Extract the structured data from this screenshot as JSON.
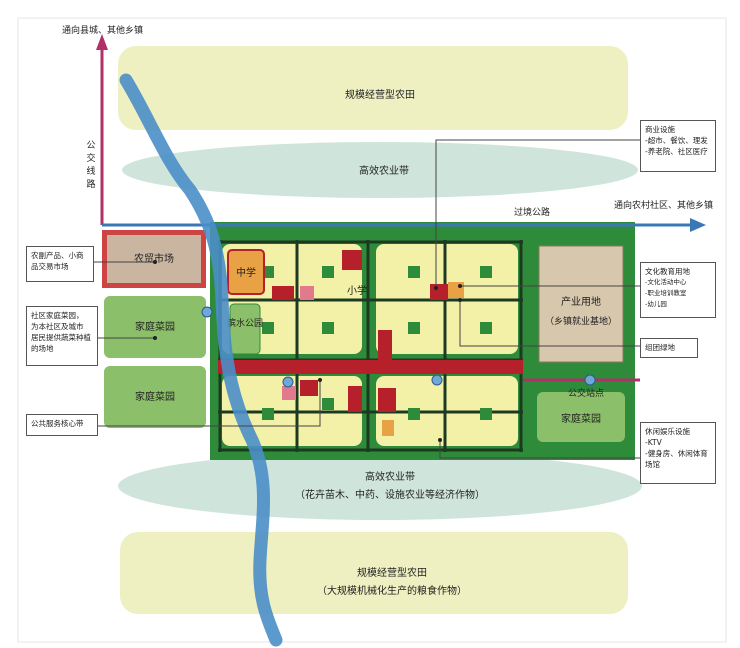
{
  "top_road_label": "通向县城、其他乡镇",
  "bus_route_label": "公交线路",
  "transit_road_label": "过境公路",
  "right_road_label": "通向农村社区、其他乡镇",
  "farmland_top": "规模经营型农田",
  "belt_top": "高效农业带",
  "farmland_bottom": {
    "line1": "规模经营型农田",
    "line2": "（大规模机械化生产的粮食作物）"
  },
  "belt_bottom": {
    "line1": "高效农业带",
    "line2": "（花卉苗木、中药、设施农业等经济作物）"
  },
  "blocks": {
    "market": "农贸市场",
    "garden_1": "家庭菜园",
    "garden_2": "家庭菜园",
    "garden_3": "家庭菜园",
    "middle_school": "中学",
    "primary_school": "小学",
    "park": "滨水公园",
    "industry_line1": "产业用地",
    "industry_line2": "（乡镇就业基地）",
    "bus_stop": "公交站点"
  },
  "callouts": {
    "commercial": [
      "商业设施",
      "-超市、餐饮、理发",
      "-养老院、社区医疗"
    ],
    "market": [
      "农副产品、小商",
      "品交易市场"
    ],
    "garden": [
      "社区家庭菜园，",
      "为本社区及城市",
      "居民提供蔬菜种植",
      "的场地"
    ],
    "service": "公共服务核心带",
    "culture": [
      "文化教育用地",
      "-文化活动中心",
      "-职业培训教室",
      "-幼儿园"
    ],
    "green": "组团绿地",
    "leisure": [
      "休闲娱乐设施",
      "-KTV",
      "-健身房、休闲体育",
      "场馆"
    ]
  },
  "colors": {
    "road_blue": "#3a78b5",
    "road_magenta": "#b0306a",
    "farmland": "#eef0c2",
    "belt": "#cfe5dc",
    "green": "#2e8b3a",
    "block": "#f3f0a8",
    "red": "#b5202a",
    "garden": "#8cbf6a",
    "market": "#c9b5a0",
    "industry": "#d7c7ad"
  }
}
